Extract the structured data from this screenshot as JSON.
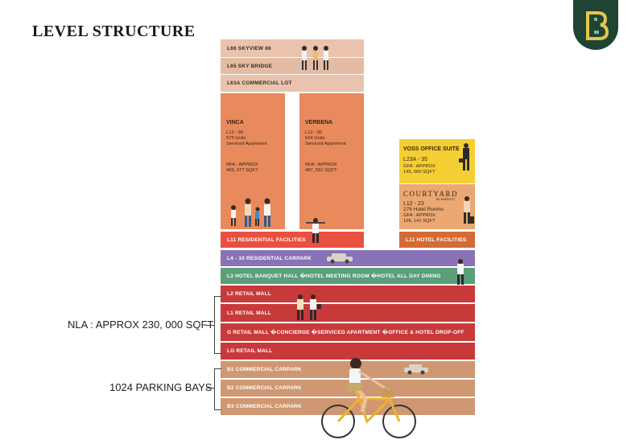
{
  "title": "LEVEL STRUCTURE",
  "logo": {
    "icon": "brand-logo-icon",
    "bg": "#1f4434",
    "accent": "#e6c44a"
  },
  "top_levels": [
    {
      "label": "L66  SKYVIEW 66"
    },
    {
      "label": "L65  SKY BRIDGE"
    },
    {
      "label": "L63A  COMMERCIAL LOT"
    }
  ],
  "towers": {
    "vinca": {
      "name": "VINCA",
      "levels": "L12 - 60",
      "units": "575 Units",
      "type": "Serviced Apartment",
      "nfa_label": "NFA : APPROX",
      "nfa_value": "466, 077 SQFT"
    },
    "verbena": {
      "name": "VERBENA",
      "levels": "L12 - 60",
      "units": "624 Units",
      "type": "Serviced Apartment",
      "nfa_label": "NFA : APPROX",
      "nfa_value": "487, 551 SQFT"
    },
    "voss": {
      "name": "VOSS OFFICE SUITE",
      "levels": "L23A - 35",
      "gfa_label": "GFA : APPROX",
      "gfa_value": "145, 000 SQFT"
    },
    "courtyard": {
      "brand": "COURTYARD",
      "brand_sub": "BY MARRIOTT",
      "levels": "L12 - 23",
      "rooms": "276 Hotel Rooms",
      "gfa_label": "GFA : APPROX",
      "gfa_value": "106, 141 SQFT"
    }
  },
  "l11": {
    "residential": "L11  RESIDENTIAL FACILITIES",
    "hotel": "L11  HOTEL FACILITIES"
  },
  "podium": [
    {
      "label": "L4 - 10  RESIDENTIAL CARPARK"
    },
    {
      "label": "L3  HOTEL BANQUET HALL �HOTEL MEETING ROOM �HOTEL ALL DAY DINING"
    },
    {
      "label": "L2  RETAIL MALL"
    },
    {
      "label": "L1  RETAIL MALL"
    },
    {
      "label": "G  RETAIL MALL �CONCIERGE �SERVICED APARTMENT �OFFICE & HOTEL DROP-OFF"
    },
    {
      "label": "LG  RETAIL MALL"
    },
    {
      "label": "B1  COMMERCIAL CARPARK"
    },
    {
      "label": "B2  COMMERCIAL CARPARK"
    },
    {
      "label": "B3  COMMERCIAL CARPARK"
    }
  ],
  "side_labels": {
    "nla": "NLA : APPROX 230, 000 SQFT",
    "parking": "1024 PARKING BAYS"
  },
  "colors": {
    "top": "#e9c3ad",
    "tower": "#e98a5c",
    "l11_res": "#e9503f",
    "l11_hotel": "#d46b35",
    "carpark": "#8a72b6",
    "l3": "#5a9e7a",
    "retail": "#c83a3a",
    "basement": "#cf9872",
    "voss": "#f3cf34",
    "courtyard": "#eba873"
  }
}
